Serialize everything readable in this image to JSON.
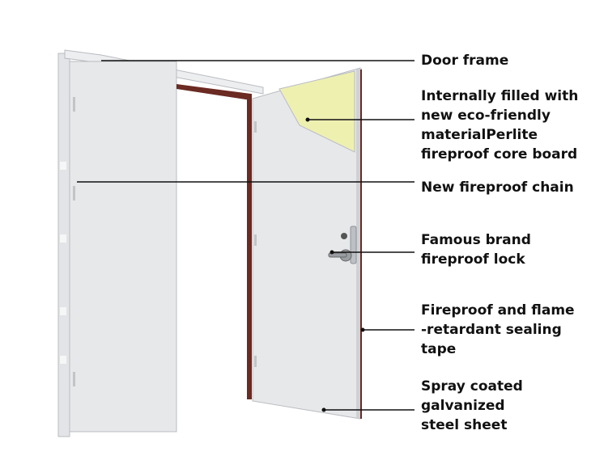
{
  "colors": {
    "panel": "#e7e8ea",
    "panel_shadow": "#cfd1d4",
    "frame": "#eceef0",
    "frame_edge": "#b9bcc0",
    "seal": "#6b2a22",
    "core": "#eef0b0",
    "leader": "#111111"
  },
  "callouts": [
    {
      "label": "Door frame"
    },
    {
      "label": "Internally filled with\nnew eco-friendly\nmaterialPerlite\nfireproof core board"
    },
    {
      "label": "New fireproof chain"
    },
    {
      "label": "Famous brand\nfireproof lock"
    },
    {
      "label": "Fireproof and flame\n-retardant sealing\n tape"
    },
    {
      "label": "Spray coated\ngalvanized\nsteel sheet"
    }
  ]
}
